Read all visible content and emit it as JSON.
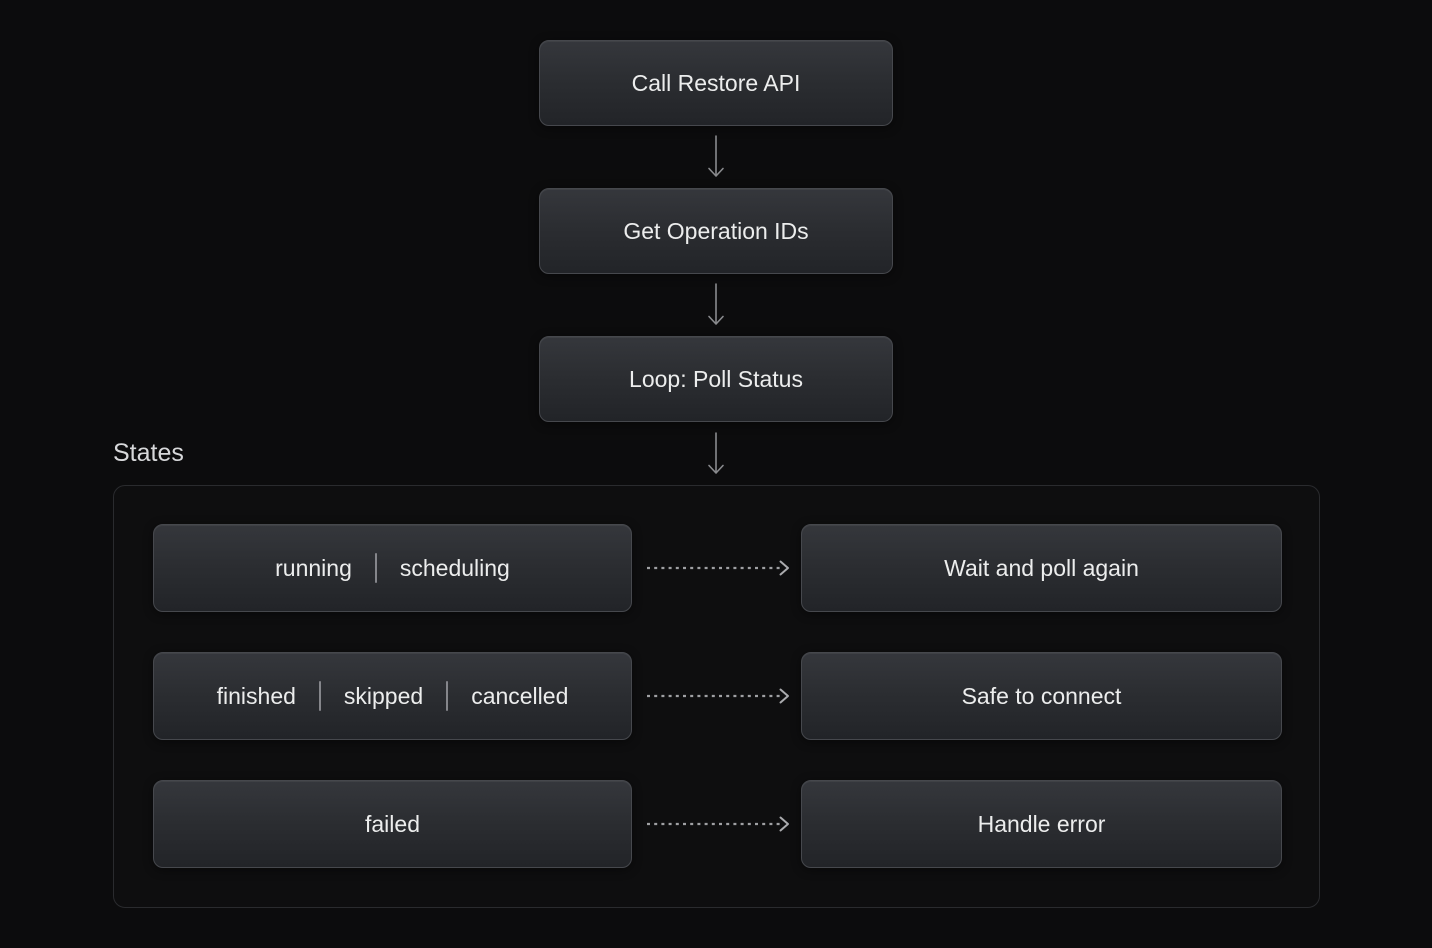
{
  "flow": {
    "nodes": [
      {
        "id": "call-restore-api",
        "label": "Call Restore API"
      },
      {
        "id": "get-operation-ids",
        "label": "Get Operation IDs"
      },
      {
        "id": "loop-poll-status",
        "label": "Loop: Poll Status"
      }
    ]
  },
  "states_section": {
    "title": "States",
    "rows": [
      {
        "states": [
          "running",
          "scheduling"
        ],
        "action": "Wait and poll again"
      },
      {
        "states": [
          "finished",
          "skipped",
          "cancelled"
        ],
        "action": "Safe to connect"
      },
      {
        "states": [
          "failed"
        ],
        "action": "Handle error"
      }
    ]
  },
  "icons": {
    "down_arrow": "down-arrow-icon",
    "dashed_arrow": "dashed-arrow-right-icon"
  },
  "colors": {
    "page_bg": "#0c0c0d",
    "node_bg_top": "#35373c",
    "node_bg_bottom": "#222428",
    "node_border": "#46484d",
    "node_text": "#eceded",
    "section_title": "#d7d8da",
    "container_border": "#2a2b2e",
    "container_bg": "#0e0e0f",
    "arrow": "#8a8b8e",
    "dashed_arrow": "#9fa0a3",
    "divider": "#85868b"
  }
}
